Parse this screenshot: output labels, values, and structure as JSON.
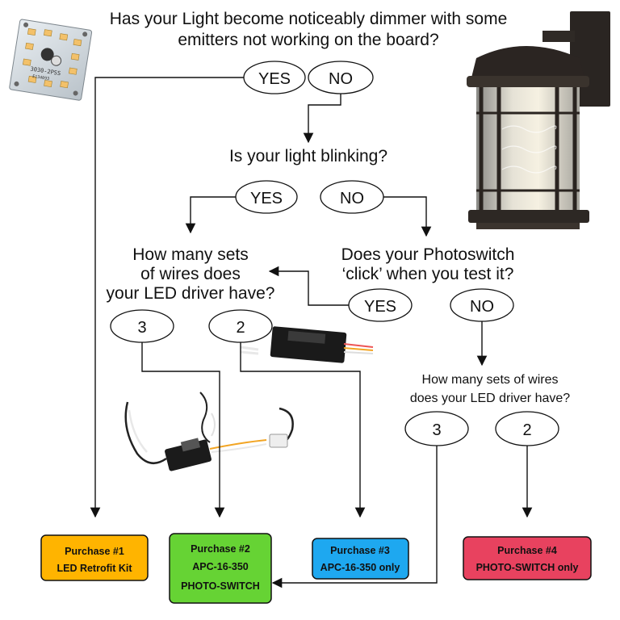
{
  "questions": {
    "q1_line1": "Has your Light become noticeably dimmer with some",
    "q1_line2": "emitters not working on the board?",
    "q2": "Is your light blinking?",
    "q3_line1": "How many sets",
    "q3_line2": "of wires does",
    "q3_line3": "your LED driver have?",
    "q4_line1": "Does your Photoswitch",
    "q4_line2": "‘click’ when you test it?",
    "q5_line1": "How many sets of wires",
    "q5_line2": "does your LED driver have?"
  },
  "answers": {
    "q1_yes": "YES",
    "q1_no": "NO",
    "q2_yes": "YES",
    "q2_no": "NO",
    "q4_yes": "YES",
    "q4_no": "NO",
    "q3_three": "3",
    "q3_two": "2",
    "q5_three": "3",
    "q5_two": "2"
  },
  "outcomes": {
    "p1": {
      "line1": "Purchase #1",
      "line2": "LED Retrofit Kit",
      "color": "#FFB400"
    },
    "p2": {
      "line1": "Purchase #2",
      "line2": "APC-16-350",
      "line3": "PHOTO-SWITCH",
      "color": "#66D334"
    },
    "p3": {
      "line1": "Purchase #3",
      "line2": "APC-16-350 only",
      "color": "#1EA8F0"
    },
    "p4": {
      "line1": "Purchase #4",
      "line2": "PHOTO-SWITCH only",
      "color": "#E8425F"
    }
  },
  "photos": {
    "led_board_print": "3030-2PSS",
    "led_board_print2": "E134093"
  }
}
